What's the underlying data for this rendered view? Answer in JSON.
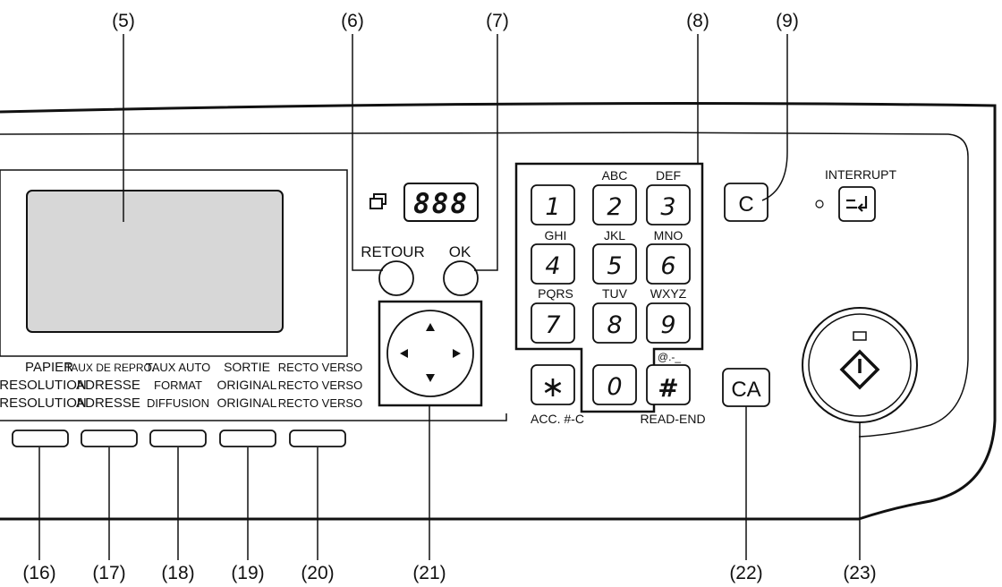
{
  "callouts": {
    "c5": "(5)",
    "c6": "(6)",
    "c7": "(7)",
    "c8": "(8)",
    "c9": "(9)",
    "c16": "(16)",
    "c17": "(17)",
    "c18": "(18)",
    "c19": "(19)",
    "c20": "(20)",
    "c21": "(21)",
    "c22": "(22)",
    "c23": "(23)"
  },
  "display": {
    "counter": "888"
  },
  "buttons": {
    "retour": "RETOUR",
    "ok": "OK",
    "clear": "C",
    "clear_all": "CA",
    "interrupt": "INTERRUPT",
    "acc": "ACC. #-C",
    "read_end": "READ-END"
  },
  "keypad": {
    "keys": [
      "1",
      "2",
      "3",
      "4",
      "5",
      "6",
      "7",
      "8",
      "9",
      "*",
      "0",
      "#"
    ],
    "letters": [
      "ABC",
      "DEF",
      "GHI",
      "JKL",
      "MNO",
      "PQRS",
      "TUV",
      "WXYZ"
    ],
    "hash_symbols": "@.-_"
  },
  "function_labels": {
    "col1": [
      "PAPIER",
      "RESOLUTION",
      "RESOLUTION"
    ],
    "col2": [
      "TAUX DE REPRO.",
      "ADRESSE",
      "ADRESSE"
    ],
    "col3": [
      "TAUX AUTO",
      "FORMAT",
      "DIFFUSION"
    ],
    "col4": [
      "SORTIE",
      "ORIGINAL",
      "ORIGINAL"
    ],
    "col5": [
      "RECTO VERSO",
      "RECTO VERSO",
      "RECTO VERSO"
    ]
  },
  "icons": {
    "copies": "copies-icon",
    "arrows": [
      "arrow-up-icon",
      "arrow-left-icon",
      "arrow-right-icon",
      "arrow-down-icon"
    ],
    "interrupt": "interrupt-icon",
    "start": "start-icon",
    "asterisk": "asterisk-icon"
  }
}
